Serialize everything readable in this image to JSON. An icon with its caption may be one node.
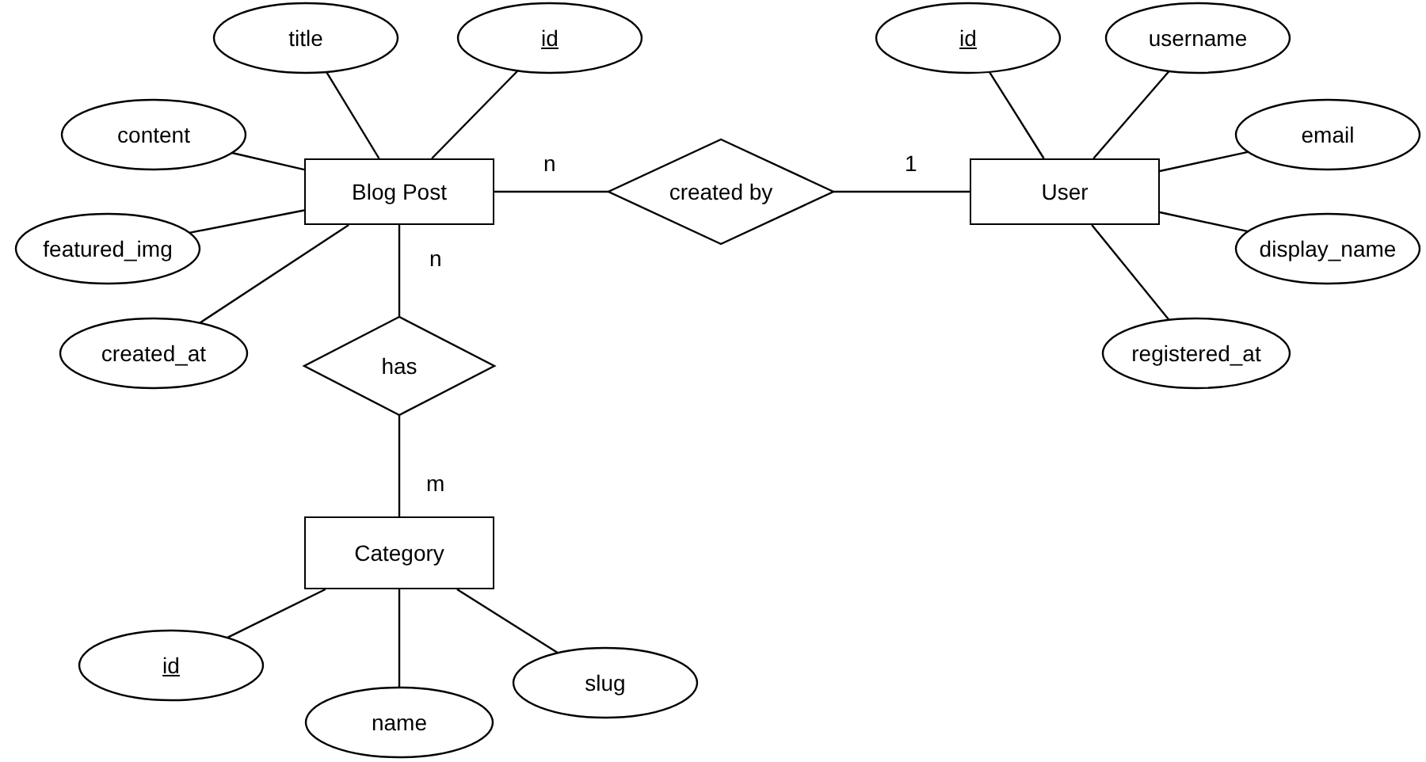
{
  "diagram": {
    "nodes": [
      {
        "text": [
          "Blog Post"
        ]
      },
      {
        "text": [
          "title"
        ]
      },
      {
        "text": [
          "id"
        ]
      },
      {
        "text": [
          "content"
        ]
      },
      {
        "text": [
          "featured_img"
        ]
      },
      {
        "text": [
          "created_at"
        ]
      },
      {
        "text": [
          "created by"
        ]
      },
      {
        "text": [
          "User"
        ]
      },
      {
        "text": [
          "id"
        ]
      },
      {
        "text": [
          "username"
        ]
      },
      {
        "text": [
          "email"
        ]
      },
      {
        "text": [
          "display_name"
        ]
      },
      {
        "text": [
          "registered_at"
        ]
      },
      {
        "text": [
          "has"
        ]
      },
      {
        "text": [
          "Category"
        ]
      },
      {
        "text": [
          "id"
        ]
      },
      {
        "text": [
          "name"
        ]
      },
      {
        "text": [
          "slug"
        ]
      }
    ],
    "edges": [
      {
        "from": 0,
        "to": 6,
        "arrow": "none",
        "label": "n"
      },
      {
        "from": 6,
        "to": 7,
        "arrow": "none",
        "label": "1"
      },
      {
        "from": 0,
        "to": 13,
        "arrow": "none",
        "label": "n"
      },
      {
        "from": 13,
        "to": 14,
        "arrow": "none",
        "label": "m"
      },
      {
        "from": 0,
        "to": 1,
        "arrow": "none"
      },
      {
        "from": 0,
        "to": 2,
        "arrow": "none"
      },
      {
        "from": 0,
        "to": 3,
        "arrow": "none"
      },
      {
        "from": 0,
        "to": 4,
        "arrow": "none"
      },
      {
        "from": 0,
        "to": 5,
        "arrow": "none"
      },
      {
        "from": 7,
        "to": 8,
        "arrow": "none"
      },
      {
        "from": 7,
        "to": 9,
        "arrow": "none"
      },
      {
        "from": 7,
        "to": 10,
        "arrow": "none"
      },
      {
        "from": 7,
        "to": 11,
        "arrow": "none"
      },
      {
        "from": 7,
        "to": 12,
        "arrow": "none"
      },
      {
        "from": 14,
        "to": 15,
        "arrow": "none"
      },
      {
        "from": 14,
        "to": 16,
        "arrow": "none"
      },
      {
        "from": 14,
        "to": 17,
        "arrow": "none"
      }
    ]
  }
}
